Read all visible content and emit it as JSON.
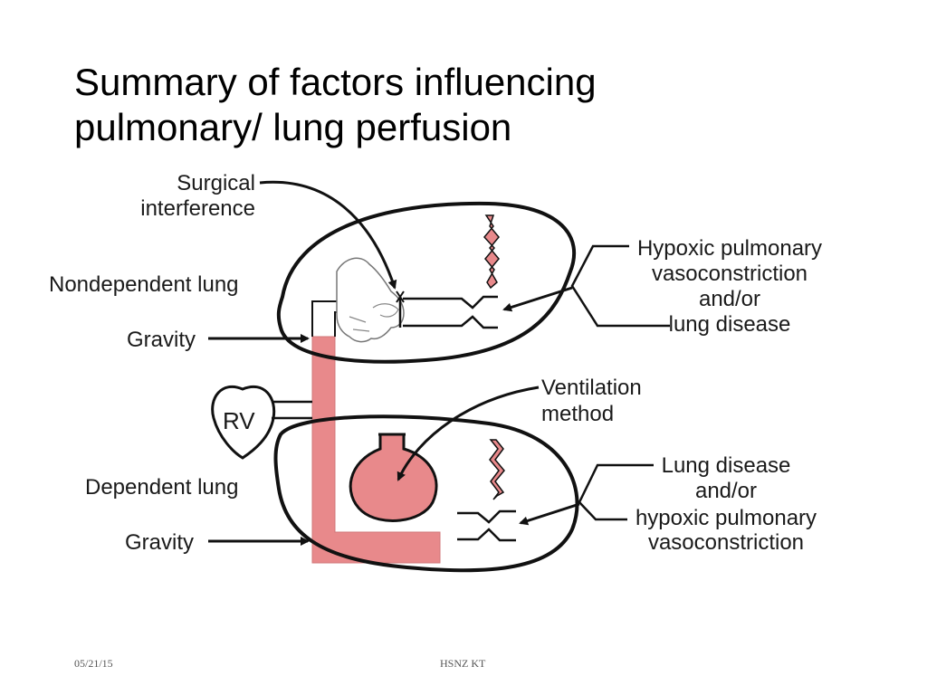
{
  "slide": {
    "title_line1": "Summary of factors influencing",
    "title_line2": "pulmonary/ lung perfusion"
  },
  "diagram": {
    "labels": {
      "surgical_line1": "Surgical",
      "surgical_line2": "interference",
      "nondependent_lung": "Nondependent lung",
      "gravity_top": "Gravity",
      "rv": "RV",
      "dependent_lung": "Dependent lung",
      "gravity_bottom": "Gravity",
      "ventilation_line1": "Ventilation",
      "ventilation_line2": "method",
      "hpv_top_line1": "Hypoxic pulmonary",
      "hpv_top_line2": "vasoconstriction",
      "hpv_top_line3": "and/or",
      "hpv_top_line4": "lung disease",
      "ld_bottom_line1": "Lung disease",
      "ld_bottom_line2": "and/or",
      "ld_bottom_line3": "hypoxic pulmonary",
      "ld_bottom_line4": "vasoconstriction"
    },
    "colors": {
      "blood": "#e8898b",
      "outline": "#111111"
    }
  },
  "footer": {
    "date": "05/21/15",
    "center": "HSNZ KT"
  }
}
